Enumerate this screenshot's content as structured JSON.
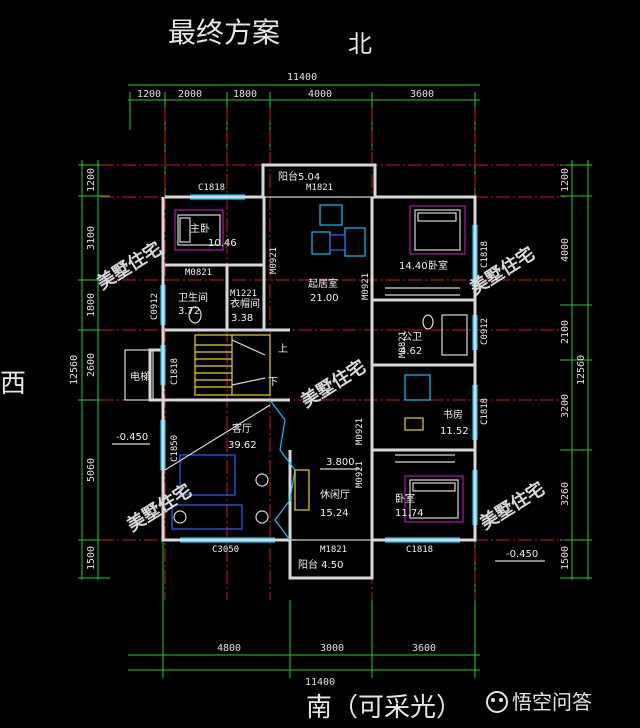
{
  "title": "最终方案",
  "directions": {
    "north": "北",
    "west": "西",
    "south": "南（可采光）"
  },
  "top_dims": {
    "total": "11400",
    "segments": [
      "1200",
      "2000",
      "1800",
      "4000",
      "3600"
    ]
  },
  "bottom_dims": {
    "total": "11400",
    "segments": [
      "4800",
      "3000",
      "3600"
    ]
  },
  "left_dims": {
    "total": "12560",
    "segments": [
      "1200",
      "3100",
      "1800",
      "2600",
      "5060",
      "1500"
    ]
  },
  "right_dims": {
    "total": "12560",
    "segments": [
      "1200",
      "4000",
      "2100",
      "3200",
      "3260",
      "1500"
    ]
  },
  "rooms": {
    "balcony_north": "阳台5.04",
    "master_bedroom": {
      "name": "主卧",
      "area": "10.46"
    },
    "bedroom_ne": {
      "name": "卧室",
      "area": "14.40"
    },
    "living_room": {
      "name": "起居室",
      "area": "21.00"
    },
    "bathroom": {
      "name": "卫生间",
      "area": "3.72"
    },
    "cloakroom": {
      "name": "衣帽间",
      "area": "3.38"
    },
    "public_wc": {
      "name": "公卫",
      "area": "4.62"
    },
    "study": {
      "name": "书房",
      "area": "11.52"
    },
    "guest_room": {
      "name": "客厅",
      "area": "39.62"
    },
    "leisure_room": {
      "name": "休闲厅",
      "area": "15.24"
    },
    "bedroom_se": {
      "name": "卧室",
      "area": "11.74"
    },
    "balcony_south": "阳台  4.50",
    "stair_up": "上",
    "stair_down": "下",
    "elevator": "电梯"
  },
  "codes": {
    "c1818_top": "C1818",
    "m1821_top": "M1821",
    "m0921_a": "M0921",
    "m0921_b": "M0921",
    "m0821_a": "M0821",
    "m1221": "M1221",
    "c0912_left": "C0912",
    "c1818_left": "C1818",
    "c1818_right1": "C1818",
    "m0821_b": "M0821",
    "c0912_right": "C0912",
    "c1850": "C1850",
    "m0921_c": "M0921",
    "c1818_right2": "C1818",
    "m0921_d": "M0921",
    "c3050": "C3050",
    "m1821_bottom": "M1821",
    "c1818_bottom": "C1818"
  },
  "levels": {
    "left": "-0.450",
    "right": "-0.450",
    "inner": "3.800"
  },
  "watermark": "美墅住宅",
  "logo": "悟空问答"
}
